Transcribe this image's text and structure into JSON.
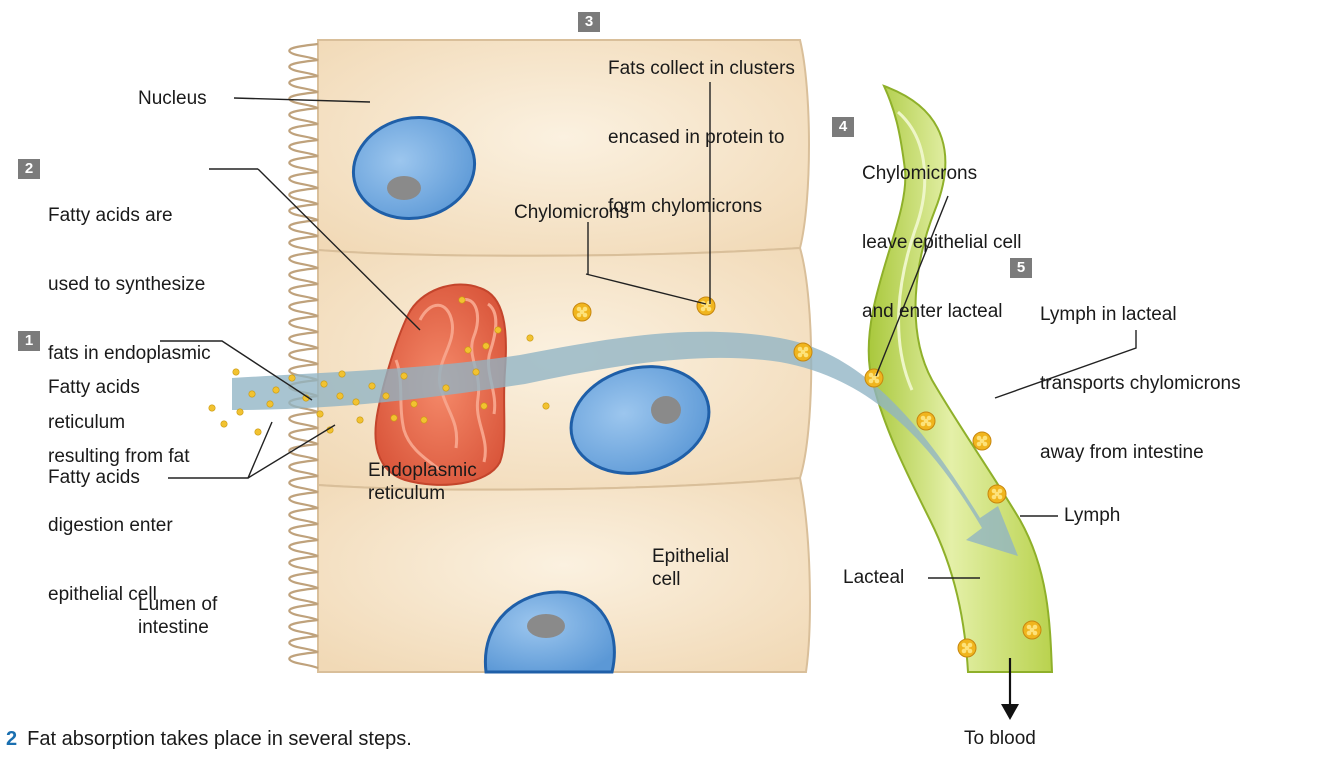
{
  "labels": {
    "nucleus": "Nucleus",
    "chylomicrons": "Chylomicrons",
    "fatty_acids": "Fatty acids",
    "endoplasmic_reticulum": [
      "Endoplasmic",
      "reticulum"
    ],
    "epithelial_cell": [
      "Epithelial",
      "cell"
    ],
    "lumen": [
      "Lumen of",
      "intestine"
    ],
    "lacteal": "Lacteal",
    "lymph": "Lymph",
    "to_blood": "To blood"
  },
  "steps": [
    {
      "number": "1",
      "lines": [
        "Fatty acids",
        "resulting from fat",
        "digestion enter",
        "epithelial cell"
      ]
    },
    {
      "number": "2",
      "lines": [
        "Fatty acids are",
        "used to synthesize",
        "fats in endoplasmic",
        "reticulum"
      ]
    },
    {
      "number": "3",
      "lines": [
        "Fats collect in clusters",
        "encased in protein to",
        "form chylomicrons"
      ]
    },
    {
      "number": "4",
      "lines": [
        "Chylomicrons",
        "leave epithelial cell",
        "and enter lacteal"
      ]
    },
    {
      "number": "5",
      "lines": [
        "Lymph in lacteal",
        "transports chylomicrons",
        "away from intestine"
      ]
    }
  ],
  "caption": {
    "number": "2",
    "text": "Fat absorption takes place in several steps."
  },
  "colors": {
    "cell_fill": "#f7e6cc",
    "cell_border": "#d9bf9a",
    "nucleus_fill": "#6fa8dc",
    "nucleus_border": "#1f5fa8",
    "nucleolus": "#7f7f7f",
    "er": "#e8644a",
    "lacteal": "#c6dd6a",
    "arrow": "#8fb3c4",
    "fatty_acid": "#f2c230",
    "step_badge": "#7b7b7b",
    "caption_number": "#1a6fb0"
  }
}
